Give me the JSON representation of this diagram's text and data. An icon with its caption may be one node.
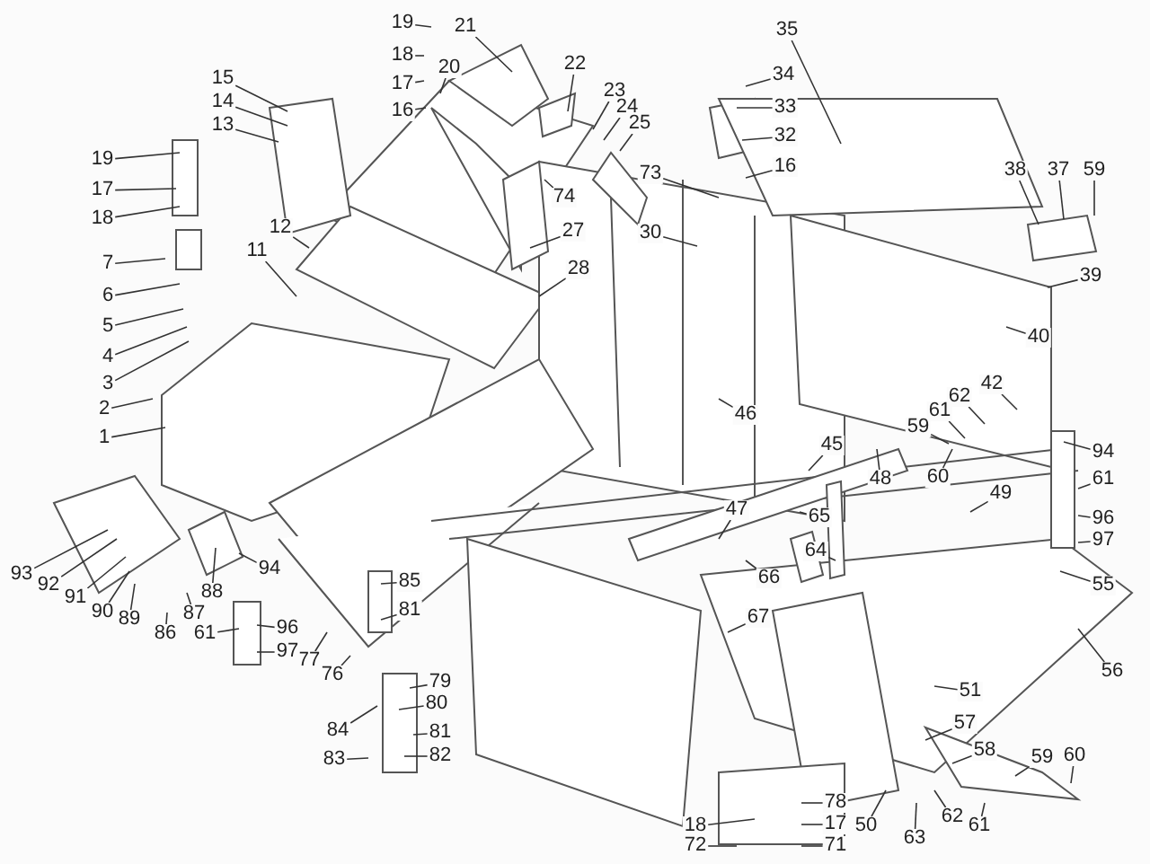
{
  "diagram": {
    "nodes": [
      {
        "text": [
          "19"
        ]
      },
      {
        "text": [
          "18"
        ]
      },
      {
        "text": [
          "17"
        ]
      },
      {
        "text": [
          "16"
        ]
      },
      {
        "text": [
          "21"
        ]
      },
      {
        "text": [
          "20"
        ]
      },
      {
        "text": [
          "15"
        ]
      },
      {
        "text": [
          "14"
        ]
      },
      {
        "text": [
          "13"
        ]
      },
      {
        "text": [
          "19"
        ]
      },
      {
        "text": [
          "17"
        ]
      },
      {
        "text": [
          "18"
        ]
      },
      {
        "text": [
          "7"
        ]
      },
      {
        "text": [
          "6"
        ]
      },
      {
        "text": [
          "5"
        ]
      },
      {
        "text": [
          "4"
        ]
      },
      {
        "text": [
          "3"
        ]
      },
      {
        "text": [
          "2"
        ]
      },
      {
        "text": [
          "1"
        ]
      },
      {
        "text": [
          "12"
        ]
      },
      {
        "text": [
          "11"
        ]
      },
      {
        "text": [
          "22"
        ]
      },
      {
        "text": [
          "23"
        ]
      },
      {
        "text": [
          "24"
        ]
      },
      {
        "text": [
          "25"
        ]
      },
      {
        "text": [
          "74"
        ]
      },
      {
        "text": [
          "27"
        ]
      },
      {
        "text": [
          "28"
        ]
      },
      {
        "text": [
          "73"
        ]
      },
      {
        "text": [
          "30"
        ]
      },
      {
        "text": [
          "34"
        ]
      },
      {
        "text": [
          "33"
        ]
      },
      {
        "text": [
          "32"
        ]
      },
      {
        "text": [
          "16"
        ]
      },
      {
        "text": [
          "35"
        ]
      },
      {
        "text": [
          "38"
        ]
      },
      {
        "text": [
          "37"
        ]
      },
      {
        "text": [
          "59"
        ]
      },
      {
        "text": [
          "39"
        ]
      },
      {
        "text": [
          "40"
        ]
      },
      {
        "text": [
          "42"
        ]
      },
      {
        "text": [
          "62"
        ]
      },
      {
        "text": [
          "61"
        ]
      },
      {
        "text": [
          "59"
        ]
      },
      {
        "text": [
          "46"
        ]
      },
      {
        "text": [
          "45"
        ]
      },
      {
        "text": [
          "48"
        ]
      },
      {
        "text": [
          "60"
        ]
      },
      {
        "text": [
          "49"
        ]
      },
      {
        "text": [
          "94"
        ]
      },
      {
        "text": [
          "61"
        ]
      },
      {
        "text": [
          "96"
        ]
      },
      {
        "text": [
          "97"
        ]
      },
      {
        "text": [
          "55"
        ]
      },
      {
        "text": [
          "56"
        ]
      },
      {
        "text": [
          "47"
        ]
      },
      {
        "text": [
          "65"
        ]
      },
      {
        "text": [
          "64"
        ]
      },
      {
        "text": [
          "66"
        ]
      },
      {
        "text": [
          "67"
        ]
      },
      {
        "text": [
          "51"
        ]
      },
      {
        "text": [
          "57"
        ]
      },
      {
        "text": [
          "58"
        ]
      },
      {
        "text": [
          "59"
        ]
      },
      {
        "text": [
          "60"
        ]
      },
      {
        "text": [
          "62"
        ]
      },
      {
        "text": [
          "61"
        ]
      },
      {
        "text": [
          "63"
        ]
      },
      {
        "text": [
          "50"
        ]
      },
      {
        "text": [
          "78"
        ]
      },
      {
        "text": [
          "17"
        ]
      },
      {
        "text": [
          "71"
        ]
      },
      {
        "text": [
          "18"
        ]
      },
      {
        "text": [
          "72"
        ]
      },
      {
        "text": [
          "79"
        ]
      },
      {
        "text": [
          "80"
        ]
      },
      {
        "text": [
          "84"
        ]
      },
      {
        "text": [
          "81"
        ]
      },
      {
        "text": [
          "82"
        ]
      },
      {
        "text": [
          "83"
        ]
      },
      {
        "text": [
          "85"
        ]
      },
      {
        "text": [
          "81"
        ]
      },
      {
        "text": [
          "76"
        ]
      },
      {
        "text": [
          "77"
        ]
      },
      {
        "text": [
          "96"
        ]
      },
      {
        "text": [
          "97"
        ]
      },
      {
        "text": [
          "61"
        ]
      },
      {
        "text": [
          "86"
        ]
      },
      {
        "text": [
          "87"
        ]
      },
      {
        "text": [
          "88"
        ]
      },
      {
        "text": [
          "94"
        ]
      },
      {
        "text": [
          "93"
        ]
      },
      {
        "text": [
          "92"
        ]
      },
      {
        "text": [
          "91"
        ]
      },
      {
        "text": [
          "90"
        ]
      },
      {
        "text": [
          "89"
        ]
      }
    ],
    "edges": [
      {
        "from": 0,
        "to": null,
        "arrow": "none"
      },
      {
        "from": 1,
        "to": null,
        "arrow": "none"
      },
      {
        "from": 2,
        "to": null,
        "arrow": "none"
      },
      {
        "from": 3,
        "to": null,
        "arrow": "none"
      },
      {
        "from": 4,
        "to": null,
        "arrow": "none"
      },
      {
        "from": 5,
        "to": null,
        "arrow": "none"
      },
      {
        "from": 6,
        "to": null,
        "arrow": "none"
      },
      {
        "from": 7,
        "to": null,
        "arrow": "none"
      },
      {
        "from": 8,
        "to": null,
        "arrow": "none"
      },
      {
        "from": 9,
        "to": null,
        "arrow": "none"
      },
      {
        "from": 10,
        "to": null,
        "arrow": "none"
      },
      {
        "from": 11,
        "to": null,
        "arrow": "none"
      },
      {
        "from": 12,
        "to": null,
        "arrow": "none"
      },
      {
        "from": 13,
        "to": null,
        "arrow": "none"
      },
      {
        "from": 14,
        "to": null,
        "arrow": "none"
      },
      {
        "from": 15,
        "to": null,
        "arrow": "none"
      },
      {
        "from": 16,
        "to": null,
        "arrow": "none"
      },
      {
        "from": 17,
        "to": null,
        "arrow": "none"
      },
      {
        "from": 18,
        "to": null,
        "arrow": "none"
      },
      {
        "from": 19,
        "to": null,
        "arrow": "none"
      },
      {
        "from": 20,
        "to": null,
        "arrow": "none"
      },
      {
        "from": 21,
        "to": null,
        "arrow": "none"
      },
      {
        "from": 22,
        "to": null,
        "arrow": "none"
      },
      {
        "from": 23,
        "to": null,
        "arrow": "none"
      },
      {
        "from": 24,
        "to": null,
        "arrow": "none"
      },
      {
        "from": 25,
        "to": null,
        "arrow": "none"
      },
      {
        "from": 26,
        "to": null,
        "arrow": "none"
      },
      {
        "from": 27,
        "to": null,
        "arrow": "none"
      },
      {
        "from": 28,
        "to": null,
        "arrow": "none"
      },
      {
        "from": 29,
        "to": null,
        "arrow": "none"
      },
      {
        "from": 30,
        "to": null,
        "arrow": "none"
      },
      {
        "from": 31,
        "to": null,
        "arrow": "none"
      },
      {
        "from": 32,
        "to": null,
        "arrow": "none"
      },
      {
        "from": 33,
        "to": null,
        "arrow": "none"
      },
      {
        "from": 34,
        "to": null,
        "arrow": "none"
      },
      {
        "from": 35,
        "to": null,
        "arrow": "none"
      },
      {
        "from": 36,
        "to": null,
        "arrow": "none"
      },
      {
        "from": 37,
        "to": null,
        "arrow": "none"
      },
      {
        "from": 38,
        "to": null,
        "arrow": "none"
      },
      {
        "from": 39,
        "to": null,
        "arrow": "none"
      },
      {
        "from": 40,
        "to": null,
        "arrow": "none"
      },
      {
        "from": 41,
        "to": null,
        "arrow": "none"
      },
      {
        "from": 42,
        "to": null,
        "arrow": "none"
      },
      {
        "from": 43,
        "to": null,
        "arrow": "none"
      },
      {
        "from": 44,
        "to": null,
        "arrow": "none"
      },
      {
        "from": 45,
        "to": null,
        "arrow": "none"
      },
      {
        "from": 46,
        "to": null,
        "arrow": "none"
      },
      {
        "from": 47,
        "to": null,
        "arrow": "none"
      },
      {
        "from": 48,
        "to": null,
        "arrow": "none"
      },
      {
        "from": 49,
        "to": null,
        "arrow": "none"
      },
      {
        "from": 50,
        "to": null,
        "arrow": "none"
      },
      {
        "from": 51,
        "to": null,
        "arrow": "none"
      },
      {
        "from": 52,
        "to": null,
        "arrow": "none"
      },
      {
        "from": 53,
        "to": null,
        "arrow": "none"
      },
      {
        "from": 54,
        "to": null,
        "arrow": "none"
      },
      {
        "from": 55,
        "to": null,
        "arrow": "none"
      },
      {
        "from": 56,
        "to": null,
        "arrow": "none"
      },
      {
        "from": 57,
        "to": null,
        "arrow": "none"
      },
      {
        "from": 58,
        "to": null,
        "arrow": "none"
      },
      {
        "from": 59,
        "to": null,
        "arrow": "none"
      },
      {
        "from": 60,
        "to": null,
        "arrow": "none"
      },
      {
        "from": 61,
        "to": null,
        "arrow": "none"
      },
      {
        "from": 62,
        "to": null,
        "arrow": "none"
      },
      {
        "from": 63,
        "to": null,
        "arrow": "none"
      },
      {
        "from": 64,
        "to": null,
        "arrow": "none"
      },
      {
        "from": 65,
        "to": null,
        "arrow": "none"
      },
      {
        "from": 66,
        "to": null,
        "arrow": "none"
      },
      {
        "from": 67,
        "to": null,
        "arrow": "none"
      },
      {
        "from": 68,
        "to": null,
        "arrow": "none"
      },
      {
        "from": 69,
        "to": null,
        "arrow": "none"
      },
      {
        "from": 70,
        "to": null,
        "arrow": "none"
      },
      {
        "from": 71,
        "to": null,
        "arrow": "none"
      },
      {
        "from": 72,
        "to": null,
        "arrow": "none"
      },
      {
        "from": 73,
        "to": null,
        "arrow": "none"
      },
      {
        "from": 74,
        "to": null,
        "arrow": "none"
      },
      {
        "from": 75,
        "to": null,
        "arrow": "none"
      },
      {
        "from": 76,
        "to": null,
        "arrow": "none"
      },
      {
        "from": 77,
        "to": null,
        "arrow": "none"
      },
      {
        "from": 78,
        "to": null,
        "arrow": "none"
      },
      {
        "from": 79,
        "to": null,
        "arrow": "none"
      },
      {
        "from": 80,
        "to": null,
        "arrow": "none"
      },
      {
        "from": 81,
        "to": null,
        "arrow": "none"
      },
      {
        "from": 82,
        "to": null,
        "arrow": "none"
      },
      {
        "from": 83,
        "to": null,
        "arrow": "none"
      },
      {
        "from": 84,
        "to": null,
        "arrow": "none"
      },
      {
        "from": 85,
        "to": null,
        "arrow": "none"
      },
      {
        "from": 86,
        "to": null,
        "arrow": "none"
      },
      {
        "from": 87,
        "to": null,
        "arrow": "none"
      },
      {
        "from": 88,
        "to": null,
        "arrow": "none"
      },
      {
        "from": 89,
        "to": null,
        "arrow": "none"
      },
      {
        "from": 90,
        "to": null,
        "arrow": "none"
      },
      {
        "from": 91,
        "to": null,
        "arrow": "none"
      },
      {
        "from": 92,
        "to": null,
        "arrow": "none"
      },
      {
        "from": 93,
        "to": null,
        "arrow": "none"
      },
      {
        "from": 94,
        "to": null,
        "arrow": "none"
      },
      {
        "from": 95,
        "to": null,
        "arrow": "none"
      }
    ]
  }
}
